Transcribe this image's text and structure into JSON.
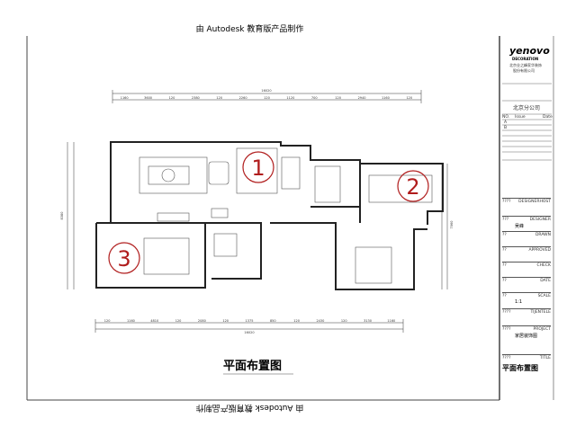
{
  "watermark": "由 Autodesk 教育版产品制作",
  "drawing_title": "平面布置图",
  "room_markers": [
    "1",
    "2",
    "3"
  ],
  "dimensions": {
    "top_total": "16020",
    "top_segments": [
      "1160",
      "3600",
      "120",
      "2380",
      "120",
      "2260",
      "120",
      "1120",
      "700",
      "120",
      "2940",
      "1160",
      "120"
    ],
    "bottom_total": "16020",
    "bottom_segments": [
      "120",
      "1160",
      "4810",
      "120",
      "2080",
      "120",
      "1375",
      "850",
      "120",
      "2430",
      "120",
      "3130",
      "1160"
    ],
    "left_total": "8380",
    "right_total": "7060"
  },
  "title_block": {
    "logo": "yenovo",
    "logo_sub": "DECORATION",
    "company_lines": [
      "北京业之峰家华装饰",
      "股份有限公司"
    ],
    "branch": "北京分公司",
    "rev_headers": [
      "NO.",
      "Issue",
      "Date"
    ],
    "rev_rows": [
      "A",
      "B"
    ],
    "fields": [
      {
        "code": "????",
        "label": "DESIGNERHOST",
        "value": ""
      },
      {
        "code": "???",
        "label": "DESIGNER",
        "value": "吴峰"
      },
      {
        "code": "??",
        "label": "DRAWN",
        "value": ""
      },
      {
        "code": "??",
        "label": "APPROVED",
        "value": ""
      },
      {
        "code": "??",
        "label": "CHECK",
        "value": ""
      },
      {
        "code": "??",
        "label": "DATE",
        "value": ""
      },
      {
        "code": "??",
        "label": "SCALE",
        "value": "1:1"
      },
      {
        "code": "????",
        "label": "TIJENTELE",
        "value": ""
      },
      {
        "code": "????",
        "label": "PROJECT",
        "value": "家居装饰图"
      },
      {
        "code": "????",
        "label": "TITLE",
        "value": "平面布置图"
      }
    ]
  },
  "colors": {
    "marker": "#b01c1c",
    "line": "#222222"
  }
}
